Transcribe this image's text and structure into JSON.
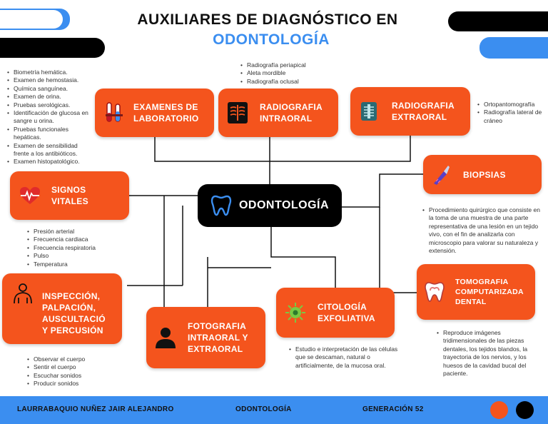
{
  "title": {
    "line1": "AUXILIARES DE DIAGNÓSTICO EN",
    "line2": "ODONTOLOGÍA"
  },
  "center": {
    "label": "ODONTOLOGÍA",
    "icon": "tooth-icon"
  },
  "nodes": {
    "laboratorio": {
      "label": "EXAMENES DE LABORATORIO",
      "icon": "test-tubes-icon",
      "items": [
        "Biometría hemática.",
        "Examen de hemostasia.",
        "Química sanguínea.",
        "Examen de orina.",
        "Pruebas serológicas.",
        "Identificación de glucosa en sangre u orina.",
        "Pruebas funcionales hepáticas.",
        "Examen de sensibilidad frente a los antibióticos.",
        "Examen histopatológico."
      ]
    },
    "intraoral": {
      "label": "RADIOGRAFIA INTRAORAL",
      "icon": "xray-chest-icon",
      "items": [
        "Radiografía periapical",
        "Aleta mordible",
        "Radiografía oclusal"
      ]
    },
    "extraoral": {
      "label": "RADIOGRAFIA EXTRAORAL",
      "icon": "xray-spine-icon",
      "items": [
        "Ortopantomografía",
        "Radiografía lateral de cráneo"
      ]
    },
    "signos": {
      "label": "SIGNOS VITALES",
      "icon": "heart-pulse-icon",
      "items": [
        "Presión arterial",
        "Frecuencia cardiaca",
        "Frecuencia respiratoria",
        "Pulso",
        "Temperatura"
      ]
    },
    "biopsias": {
      "label": "BIOPSIAS",
      "icon": "scalpel-icon",
      "items": [
        "Procedimiento quirúrgico que consiste en la toma de una muestra de una parte representativa de una lesión en un tejido vivo, con el fin de analizarla con microscopio para valorar su naturaleza y extensión."
      ]
    },
    "inspeccion": {
      "label": "INSPECCIÓN, PALPACIÓN, AUSCULTACIÓ Y PERCUSIÓN",
      "icon": "body-outline-icon",
      "items": [
        "Observar el cuerpo",
        "Sentir el cuerpo",
        "Escuchar sonidos",
        "Producir sonidos"
      ]
    },
    "fotografia": {
      "label": "FOTOGRAFIA INTRAORAL Y EXTRAORAL",
      "icon": "person-icon"
    },
    "citologia": {
      "label": "CITOLOGÍA EXFOLIATIVA",
      "icon": "cell-icon",
      "items": [
        "Estudio e interpretación de las células que se descaman, natural o artificialmente, de la mucosa oral."
      ]
    },
    "tomografia": {
      "label": "TOMOGRAFIA COMPUTARIZADA DENTAL",
      "icon": "tooth-scan-icon",
      "items": [
        "Reproduce imágenes tridimensionales de las piezas dentales, los tejidos blandos, la trayectoria de los nervios, y los huesos de la cavidad bucal del paciente."
      ]
    }
  },
  "footer": {
    "author": "LAURRABAQUIO NUÑEZ JAIR ALEJANDRO",
    "subject": "ODONTOLOGÍA",
    "generation": "GENERACIÓN 52"
  },
  "colors": {
    "orange": "#f4541d",
    "blue": "#3b8ef0",
    "black": "#000000"
  }
}
